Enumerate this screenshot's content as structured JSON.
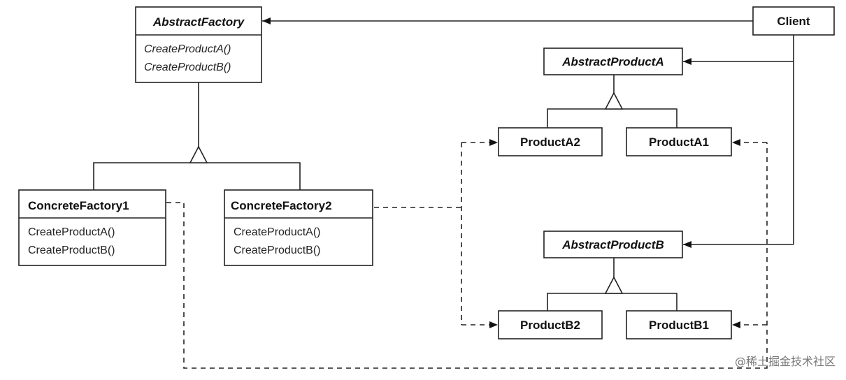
{
  "classes": {
    "abstract_factory": {
      "name": "AbstractFactory",
      "operations": [
        "CreateProductA()",
        "CreateProductB()"
      ]
    },
    "client": {
      "name": "Client"
    },
    "abstract_product_a": {
      "name": "AbstractProductA"
    },
    "product_a2": {
      "name": "ProductA2"
    },
    "product_a1": {
      "name": "ProductA1"
    },
    "concrete_factory1": {
      "name": "ConcreteFactory1",
      "operations": [
        "CreateProductA()",
        "CreateProductB()"
      ]
    },
    "concrete_factory2": {
      "name": "ConcreteFactory2",
      "operations": [
        "CreateProductA()",
        "CreateProductB()"
      ]
    },
    "abstract_product_b": {
      "name": "AbstractProductB"
    },
    "product_b2": {
      "name": "ProductB2"
    },
    "product_b1": {
      "name": "ProductB1"
    }
  },
  "watermark": "@稀土掘金技术社区"
}
